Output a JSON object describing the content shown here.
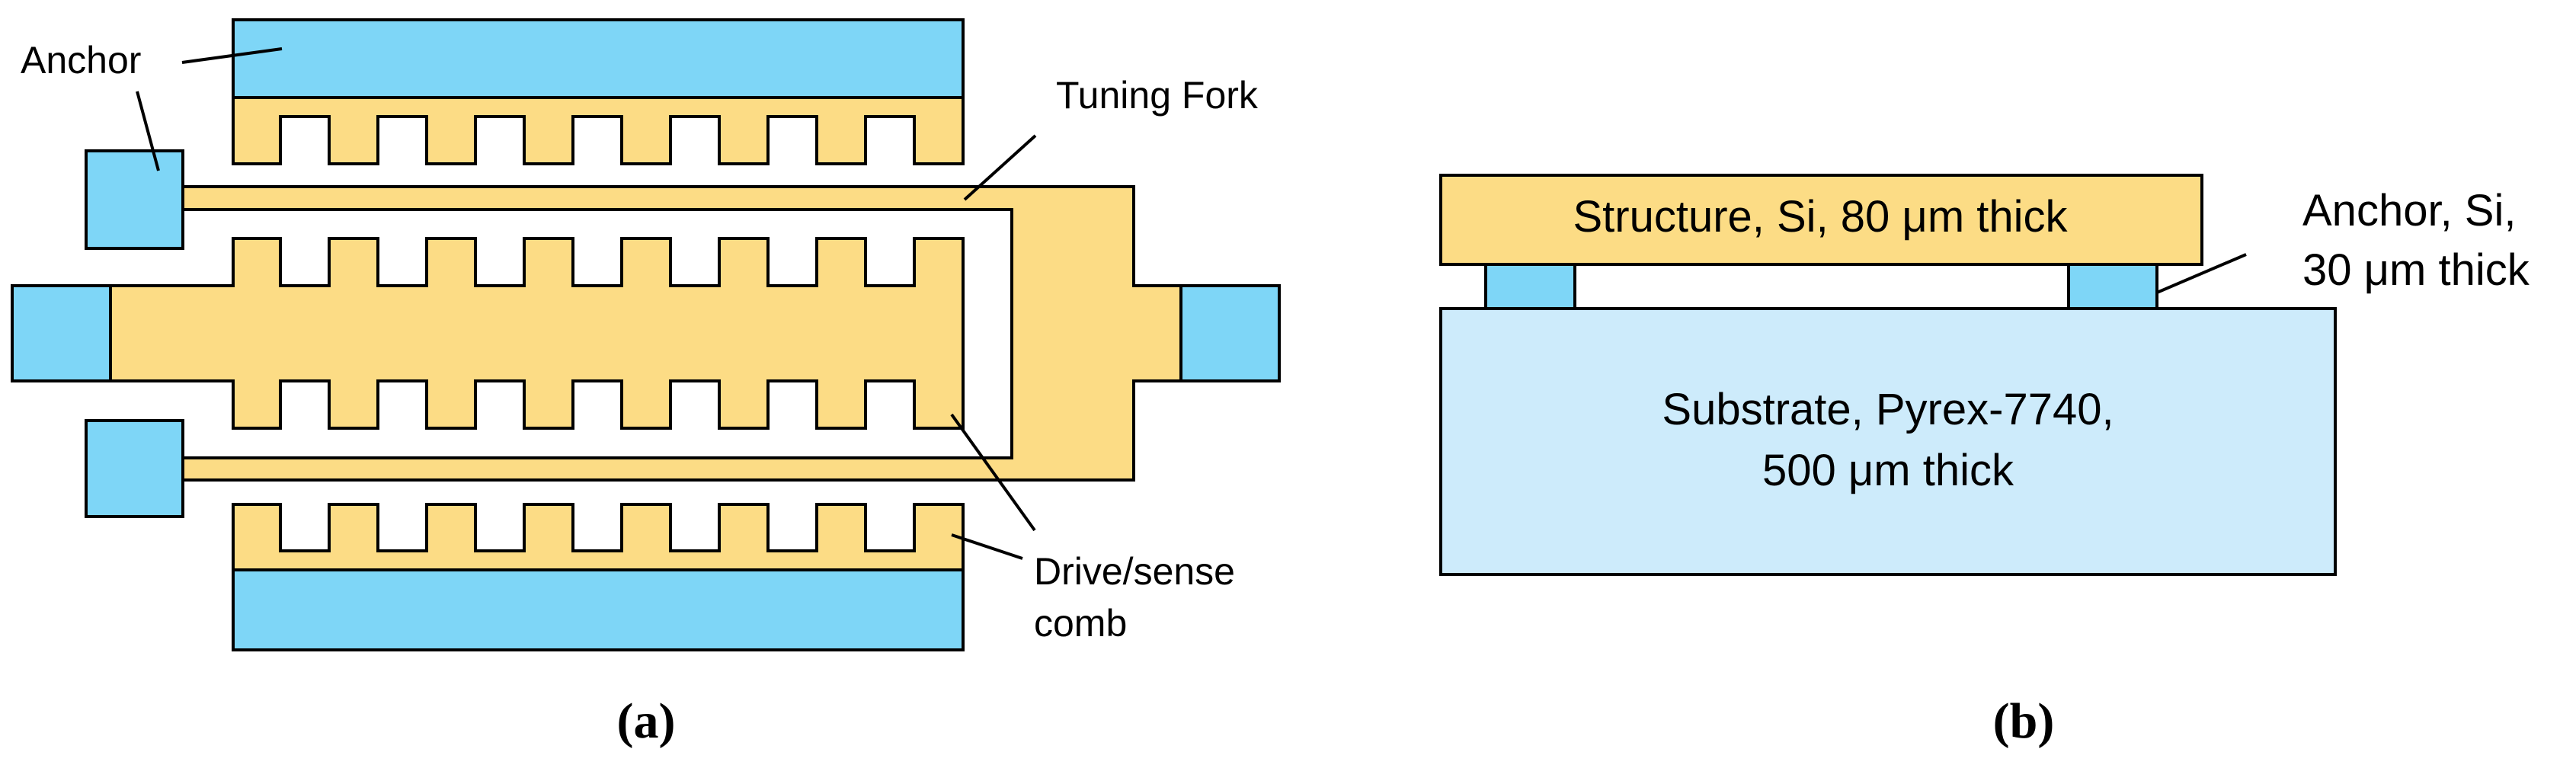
{
  "colors": {
    "structure": "#FCDC85",
    "anchor": "#7ED6F7",
    "substrate": "#CDEBFB",
    "outline": "#000000"
  },
  "panel_a": {
    "anchor_label": "Anchor",
    "tuning_fork_label": "Tuning Fork",
    "comb_label_line1": "Drive/sense",
    "comb_label_line2": "comb",
    "caption_open": "(",
    "caption_letter": "a",
    "caption_close": ")"
  },
  "panel_b": {
    "structure_label": "Structure, Si, 80 μm thick",
    "anchor_label_line1": "Anchor, Si,",
    "anchor_label_line2": "30 μm thick",
    "substrate_label_line1": "Substrate, Pyrex-7740,",
    "substrate_label_line2": "500 μm thick",
    "caption_open": "(",
    "caption_letter": "b",
    "caption_close": ")"
  }
}
